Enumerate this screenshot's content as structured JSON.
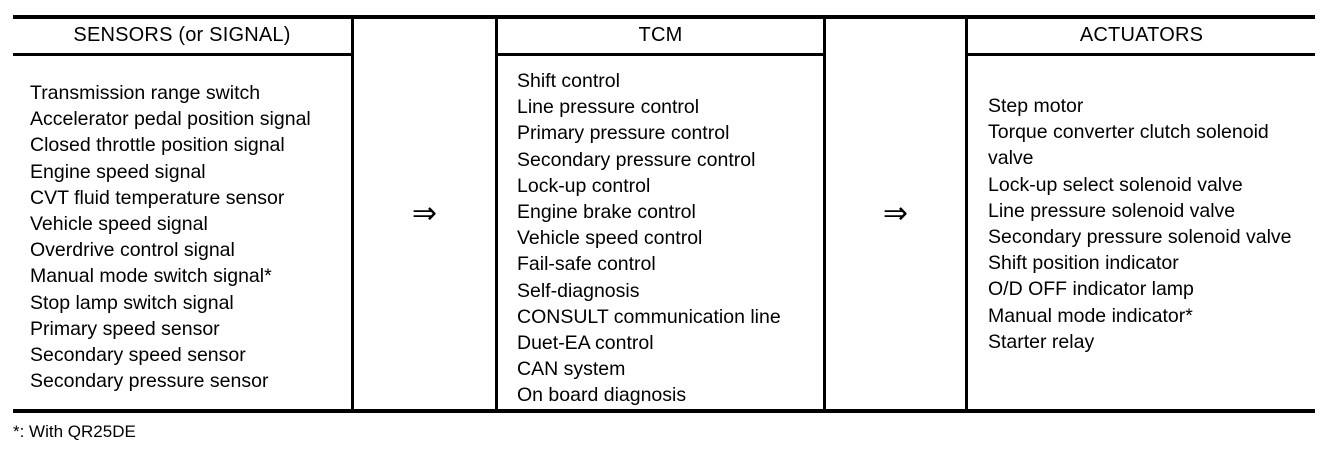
{
  "diagram": {
    "type": "system-block-diagram",
    "footnote": "*: With QR25DE",
    "flow_arrow_glyph": "⇒",
    "colors": {
      "line": "#000000",
      "text": "#000000",
      "background": "#ffffff"
    },
    "columns": [
      {
        "id": "sensors",
        "title": "SENSORS (or SIGNAL)",
        "items": [
          "Transmission range switch",
          "Accelerator pedal position signal",
          "Closed throttle position signal",
          "Engine speed signal",
          "CVT fluid temperature sensor",
          "Vehicle speed signal",
          "Overdrive control signal",
          "Manual mode switch signal*",
          "Stop lamp switch signal",
          "Primary speed sensor",
          "Secondary speed sensor",
          "Secondary pressure sensor"
        ]
      },
      {
        "id": "tcm",
        "title": "TCM",
        "items": [
          "Shift control",
          "Line pressure control",
          "Primary pressure control",
          "Secondary pressure control",
          "Lock-up control",
          "Engine brake control",
          "Vehicle speed control",
          "Fail-safe control",
          "Self-diagnosis",
          "CONSULT communication line",
          "Duet-EA control",
          "CAN system",
          "On board diagnosis"
        ]
      },
      {
        "id": "actuators",
        "title": "ACTUATORS",
        "items": [
          "Step motor",
          "Torque converter clutch solenoid valve",
          "Lock-up select solenoid valve",
          "Line pressure solenoid valve",
          "Secondary pressure solenoid valve",
          "Shift position indicator",
          "O/D OFF indicator lamp",
          "Manual mode indicator*",
          "Starter relay"
        ]
      }
    ]
  }
}
